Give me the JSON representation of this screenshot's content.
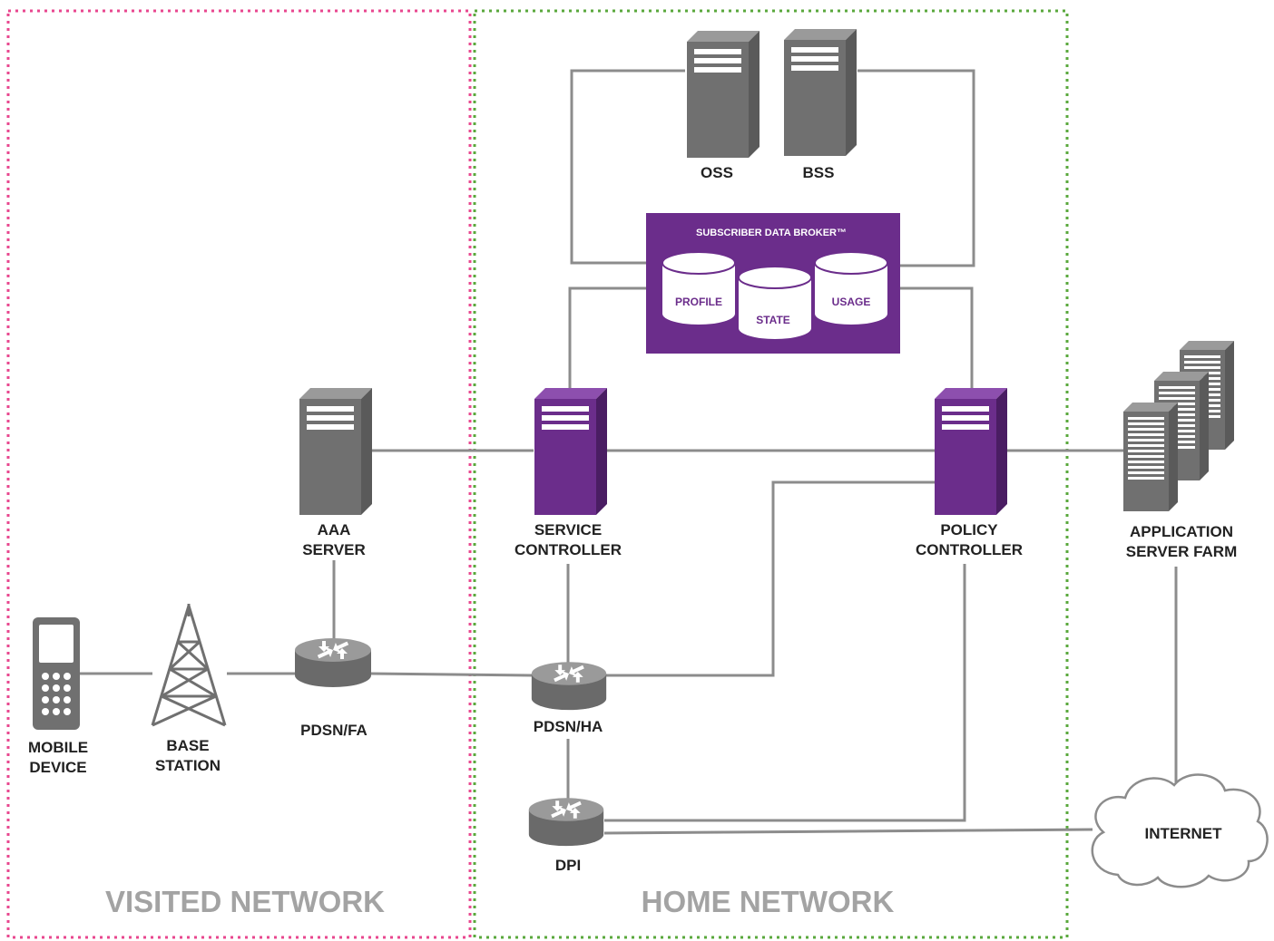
{
  "zones": {
    "visited": "VISITED NETWORK",
    "home": "HOME NETWORK"
  },
  "colors": {
    "visited_border": "#e8478f",
    "home_border": "#5aa83c",
    "accent_purple": "#6b2d8b",
    "device_gray": "#6e6e6e",
    "wire_gray": "#8c8c8c"
  },
  "nodes": {
    "oss": "OSS",
    "bss": "BSS",
    "subscriber_data_broker": "SUBSCRIBER DATA BROKER™",
    "profile": "PROFILE",
    "state": "STATE",
    "usage": "USAGE",
    "aaa_line1": "AAA",
    "aaa_line2": "SERVER",
    "service_line1": "SERVICE",
    "service_line2": "CONTROLLER",
    "policy_line1": "POLICY",
    "policy_line2": "CONTROLLER",
    "app_line1": "APPLICATION",
    "app_line2": "SERVER FARM",
    "mobile_line1": "MOBILE",
    "mobile_line2": "DEVICE",
    "base_line1": "BASE",
    "base_line2": "STATION",
    "pdsn_fa": "PDSN/FA",
    "pdsn_ha": "PDSN/HA",
    "dpi": "DPI",
    "internet": "INTERNET"
  },
  "icons": [
    "server-icon",
    "server-farm-icon",
    "router-icon",
    "mobile-device-icon",
    "cell-tower-icon",
    "cloud-icon",
    "database-icon"
  ]
}
